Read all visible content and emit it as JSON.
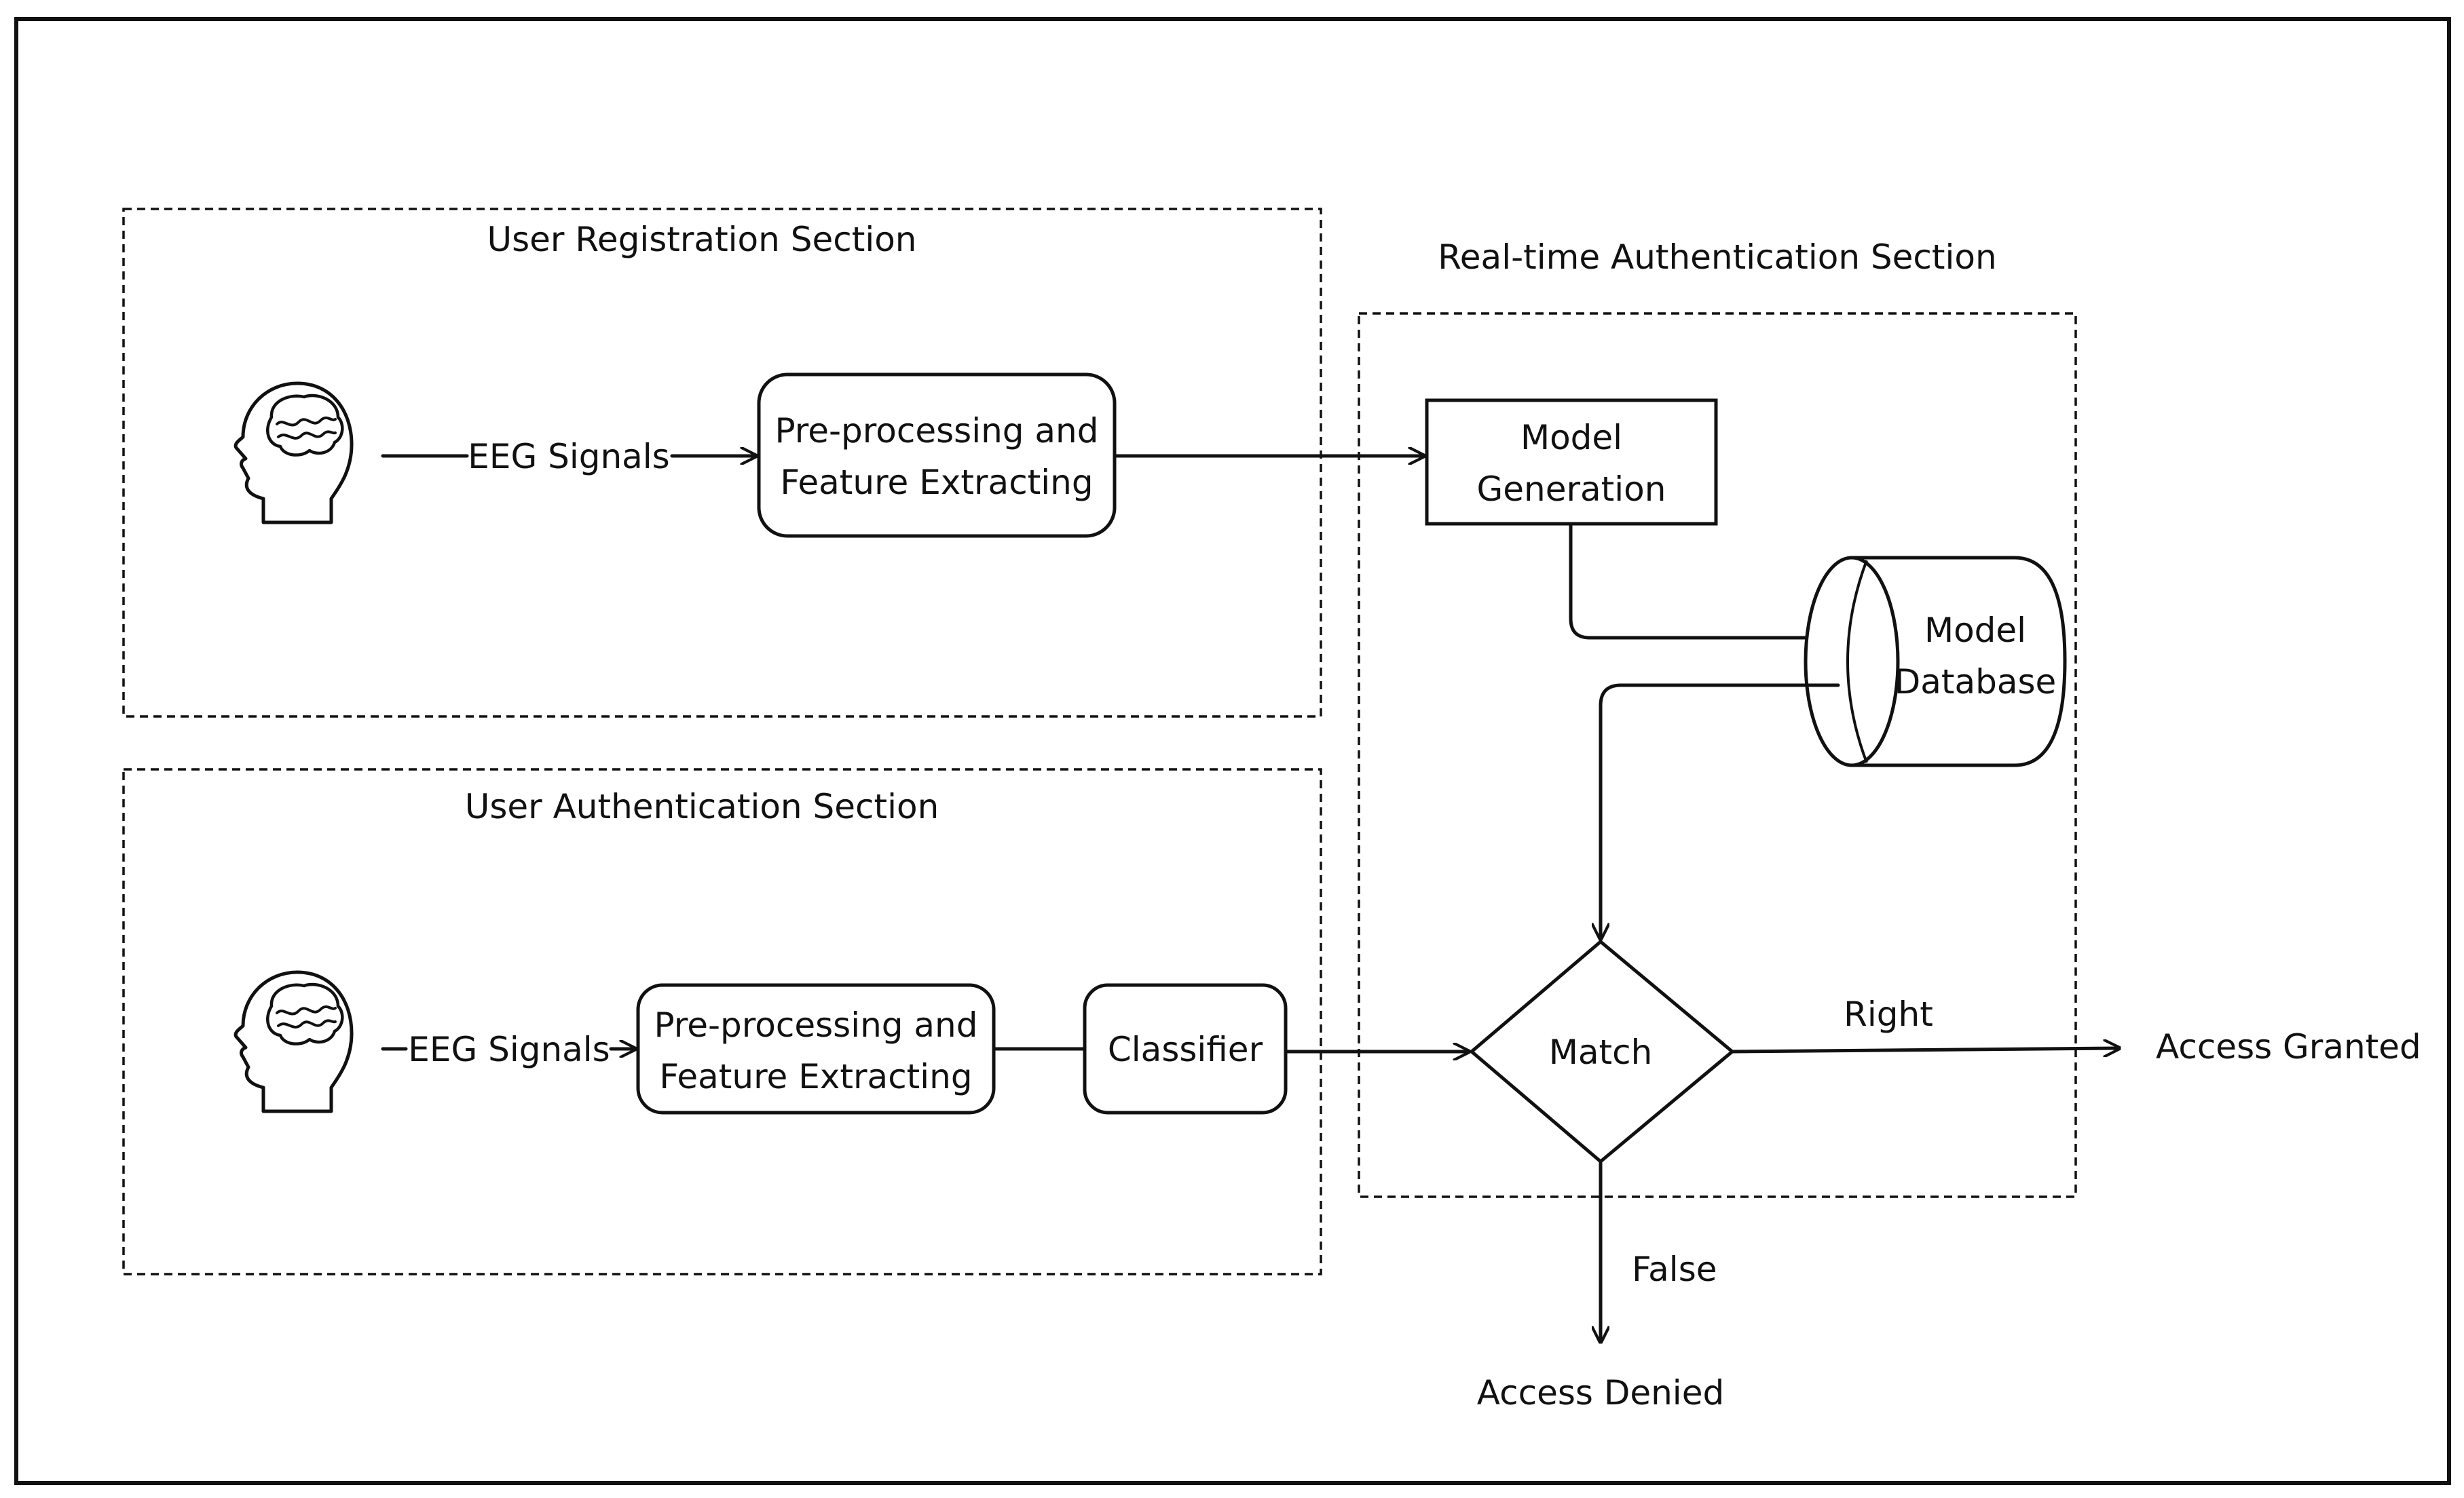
{
  "sections": {
    "registration": "User Registration Section",
    "authentication": "User Authentication Section",
    "realtime": "Real-time Authentication Section"
  },
  "registration": {
    "signal_label": "EEG Signals",
    "preprocess": [
      "Pre-processing and",
      "Feature Extracting"
    ]
  },
  "authentication": {
    "signal_label": "EEG Signals",
    "preprocess": [
      "Pre-processing and",
      "Feature Extracting"
    ],
    "classifier": "Classifier"
  },
  "realtime": {
    "model_generation": [
      "Model",
      "Generation"
    ],
    "model_database": [
      "Model",
      "Database"
    ],
    "match": "Match"
  },
  "outcomes": {
    "right_label": "Right",
    "false_label": "False",
    "granted": "Access Granted",
    "denied": "Access Denied"
  },
  "icons": {
    "head": "head-with-brain-icon"
  }
}
